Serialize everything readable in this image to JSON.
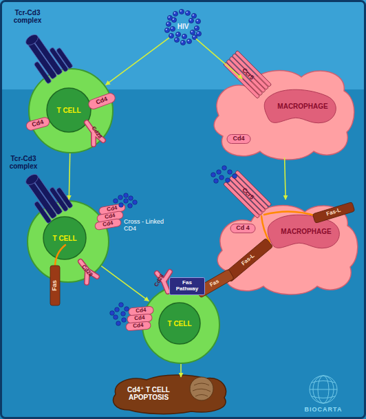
{
  "diagram": {
    "nodes": [
      {
        "text": [
          "HIV"
        ]
      },
      {
        "text": [
          "T CELL"
        ]
      },
      {
        "text": [
          "MACROPHAGE"
        ]
      },
      {
        "text": [
          "T CELL"
        ]
      },
      {
        "text": [
          "MACROPHAGE"
        ]
      },
      {
        "text": [
          "Fas Pathway"
        ]
      },
      {
        "text": [
          "T CELL"
        ]
      },
      {
        "text": [
          "Cd4⁺ T CELL APOPTOSIS"
        ]
      }
    ],
    "edges": [
      {
        "from": 0,
        "to": 1,
        "arrow": "to"
      },
      {
        "from": 0,
        "to": 2,
        "arrow": "to"
      },
      {
        "from": 1,
        "to": 3,
        "arrow": "to"
      },
      {
        "from": 2,
        "to": 4,
        "arrow": "to"
      },
      {
        "from": 3,
        "to": 6,
        "arrow": "to"
      },
      {
        "from": 6,
        "to": 7,
        "arrow": "to"
      }
    ],
    "labels": [
      "Tcr-Cd3 complex",
      "Cd4",
      "Cd4",
      "Cd28",
      "Ccr5",
      "Cd4",
      "Tcr-Cd3 complex",
      "Cd4",
      "Cd4",
      "Cd4",
      "Cross - Linked CD4",
      "Fas",
      "Cd28",
      "Ccr5",
      "Fas-L",
      "Cd 4",
      "Fas-L",
      "Fas",
      "Cd28",
      "Cd4",
      "Cd4",
      "Cd4",
      "BIOCARTA"
    ]
  }
}
